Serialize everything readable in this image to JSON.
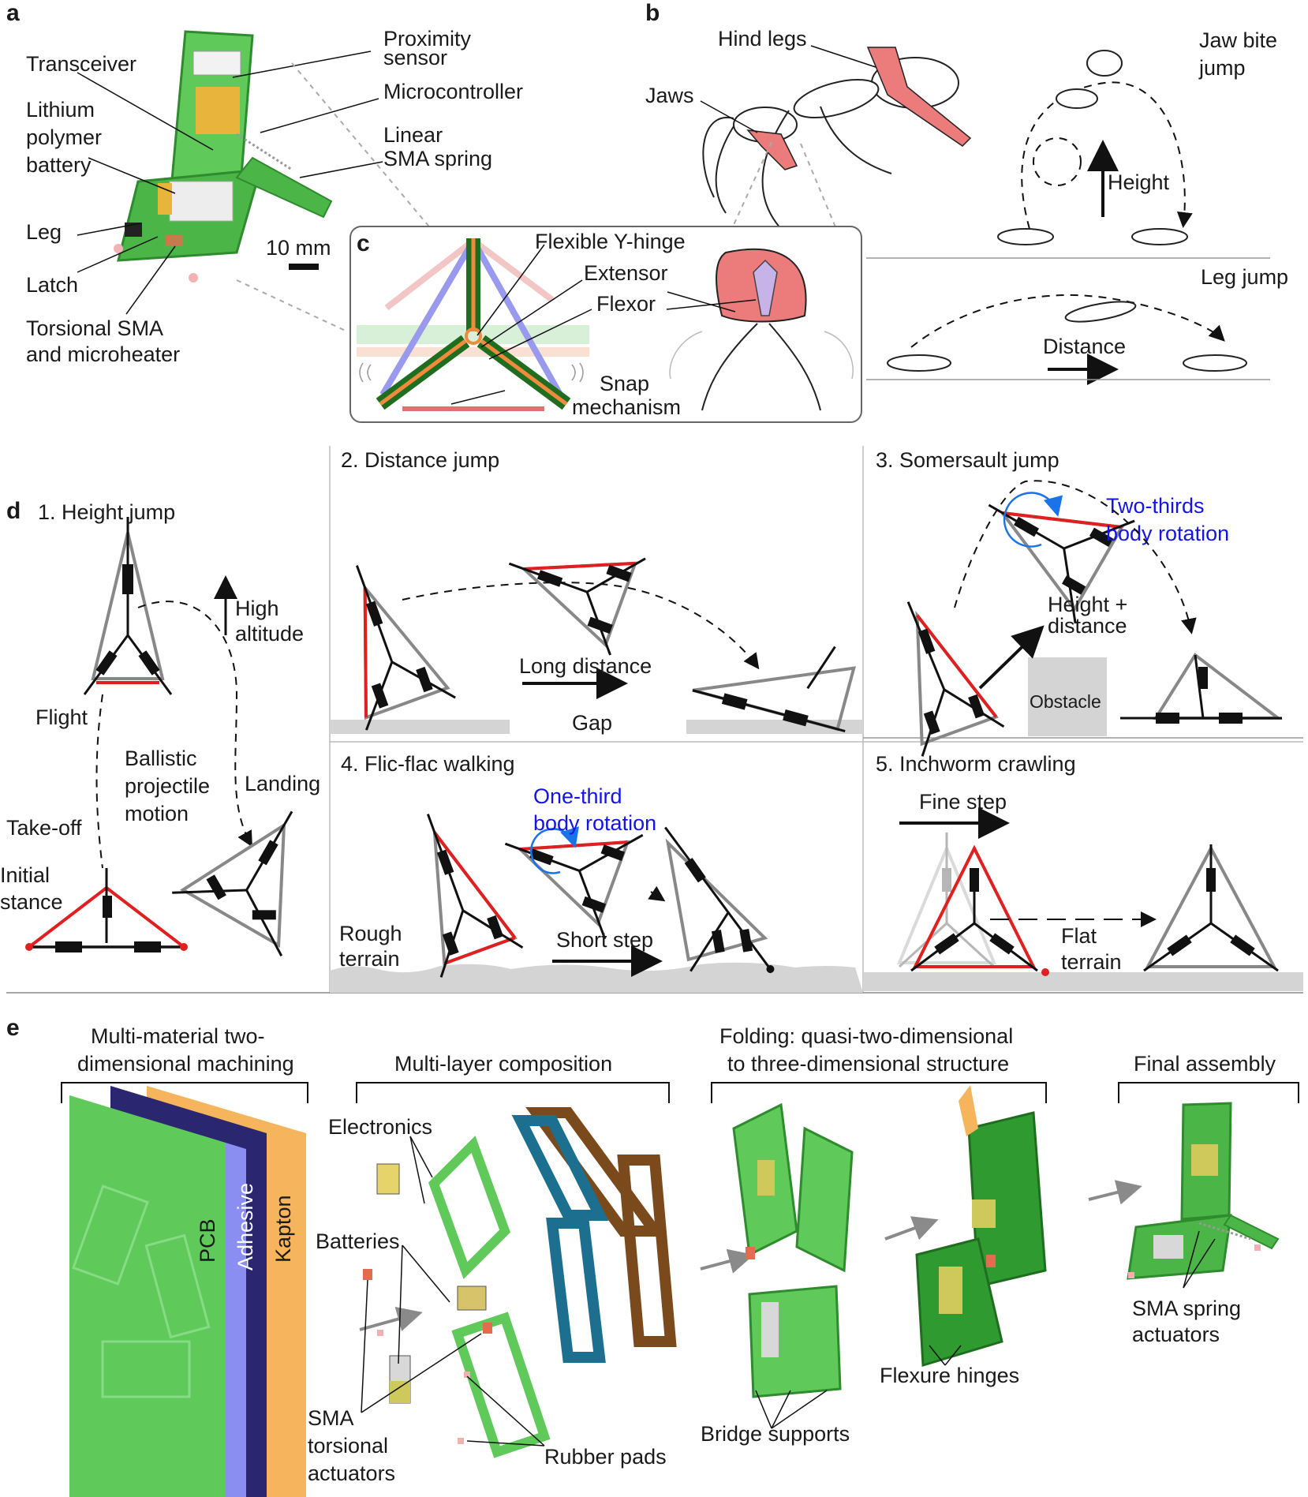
{
  "panels": {
    "a": {
      "letter": "a",
      "labels": {
        "transceiver": "Transceiver",
        "lipo_1": "Lithium",
        "lipo_2": "polymer",
        "lipo_3": "battery",
        "leg": "Leg",
        "latch": "Latch",
        "torsional_1": "Torsional SMA",
        "torsional_2": "and microheater",
        "proximity_1": "Proximity",
        "proximity_2": "sensor",
        "microcontroller": "Microcontroller",
        "linear_1": "Linear",
        "linear_2": "SMA spring",
        "scale": "10 mm"
      }
    },
    "b": {
      "letter": "b",
      "labels": {
        "hind_legs": "Hind legs",
        "jaws": "Jaws",
        "jaw_bite_1": "Jaw bite",
        "jaw_bite_2": "jump",
        "height": "Height",
        "leg_jump": "Leg jump",
        "distance": "Distance"
      }
    },
    "c": {
      "letter": "c",
      "labels": {
        "y_hinge": "Flexible Y-hinge",
        "extensor": "Extensor",
        "flexor": "Flexor",
        "snap_1": "Snap",
        "snap_2": "mechanism"
      }
    },
    "d": {
      "letter": "d",
      "titles": {
        "m1": "1. Height jump",
        "m2": "2. Distance jump",
        "m3": "3. Somersault jump",
        "m4": "4. Flic-flac walking",
        "m5": "5. Inchworm crawling"
      },
      "labels": {
        "high_1": "High",
        "high_2": "altitude",
        "flight": "Flight",
        "ballistic_1": "Ballistic",
        "ballistic_2": "projectile",
        "ballistic_3": "motion",
        "landing": "Landing",
        "takeoff": "Take-off",
        "initial_1": "Initial",
        "initial_2": "stance",
        "long_distance": "Long distance",
        "gap": "Gap",
        "two_thirds_1": "Two-thirds",
        "two_thirds_2": "body rotation",
        "height_dist_1": "Height +",
        "height_dist_2": "distance",
        "obstacle": "Obstacle",
        "one_third_1": "One-third",
        "one_third_2": "body rotation",
        "rough_1": "Rough",
        "rough_2": "terrain",
        "short_step": "Short step",
        "fine_step": "Fine step",
        "flat_1": "Flat",
        "flat_2": "terrain"
      }
    },
    "e": {
      "letter": "e",
      "headers": {
        "h1_1": "Multi-material two-",
        "h1_2": "dimensional machining",
        "h2": "Multi-layer composition",
        "h3_1": "Folding: quasi-two-dimensional",
        "h3_2": "to three-dimensional structure",
        "h4": "Final assembly"
      },
      "labels": {
        "pcb": "PCB",
        "adhesive": "Adhesive",
        "kapton": "Kapton",
        "electronics": "Electronics",
        "batteries": "Batteries",
        "sma_t_1": "SMA",
        "sma_t_2": "torsional",
        "sma_t_3": "actuators",
        "rubber_pads": "Rubber pads",
        "bridge_supports": "Bridge supports",
        "flexure_hinges": "Flexure hinges",
        "sma_s_1": "SMA spring",
        "sma_s_2": "actuators"
      }
    }
  },
  "colors": {
    "pcb_green": "#5fc95a",
    "dark_green": "#1f6e1f",
    "orange": "#f08a3c",
    "red": "#e02020",
    "blue_text": "#1414e6",
    "ant_pink": "#ec7b7b",
    "teal": "#1d6f8f",
    "brown": "#7a4a1c",
    "gray": "#888888"
  }
}
